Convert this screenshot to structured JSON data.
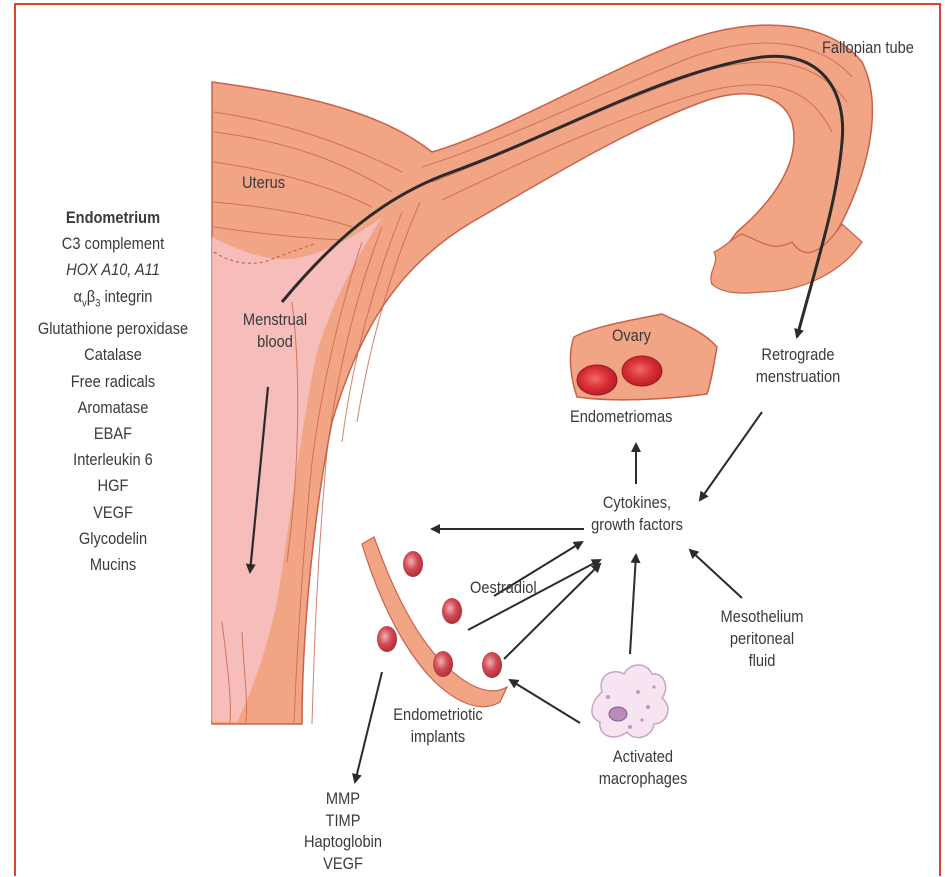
{
  "labels": {
    "fallopian_tube": "Fallopian tube",
    "uterus": "Uterus",
    "menstrual_blood_1": "Menstrual",
    "menstrual_blood_2": "blood",
    "ovary": "Ovary",
    "endometriomas": "Endometriomas",
    "retrograde_1": "Retrograde",
    "retrograde_2": "menstruation",
    "cytokines_1": "Cytokines,",
    "cytokines_2": "growth factors",
    "oestradiol": "Oestradiol",
    "mesothelium_1": "Mesothelium",
    "mesothelium_2": "peritoneal",
    "mesothelium_3": "fluid",
    "implants_1": "Endometriotic",
    "implants_2": "implants",
    "macrophages_1": "Activated",
    "macrophages_2": "macrophages"
  },
  "endometrium": {
    "heading": "Endometrium",
    "items": [
      "C3 complement",
      "HOX A10, A11",
      "αvβ3 integrin",
      "Glutathione peroxidase",
      "Catalase",
      "Free radicals",
      "Aromatase",
      "EBAF",
      "Interleukin 6",
      "HGF",
      "VEGF",
      "Glycodelin",
      "Mucins"
    ],
    "integrin_parts": {
      "alpha": "α",
      "alpha_sub": "v",
      "beta": "β",
      "beta_sub": "3",
      "rest": " integrin"
    }
  },
  "implant_products": [
    "MMP",
    "TIMP",
    "Haptoglobin",
    "VEGF"
  ],
  "colors": {
    "tissue": "#f0a080",
    "tissue_light": "#f7b99c",
    "tissue_line": "#c8624a",
    "lining": "#f9cfcf",
    "implant": "#c8343e",
    "frame": "#e0432b",
    "text": "#3a3a3a"
  }
}
